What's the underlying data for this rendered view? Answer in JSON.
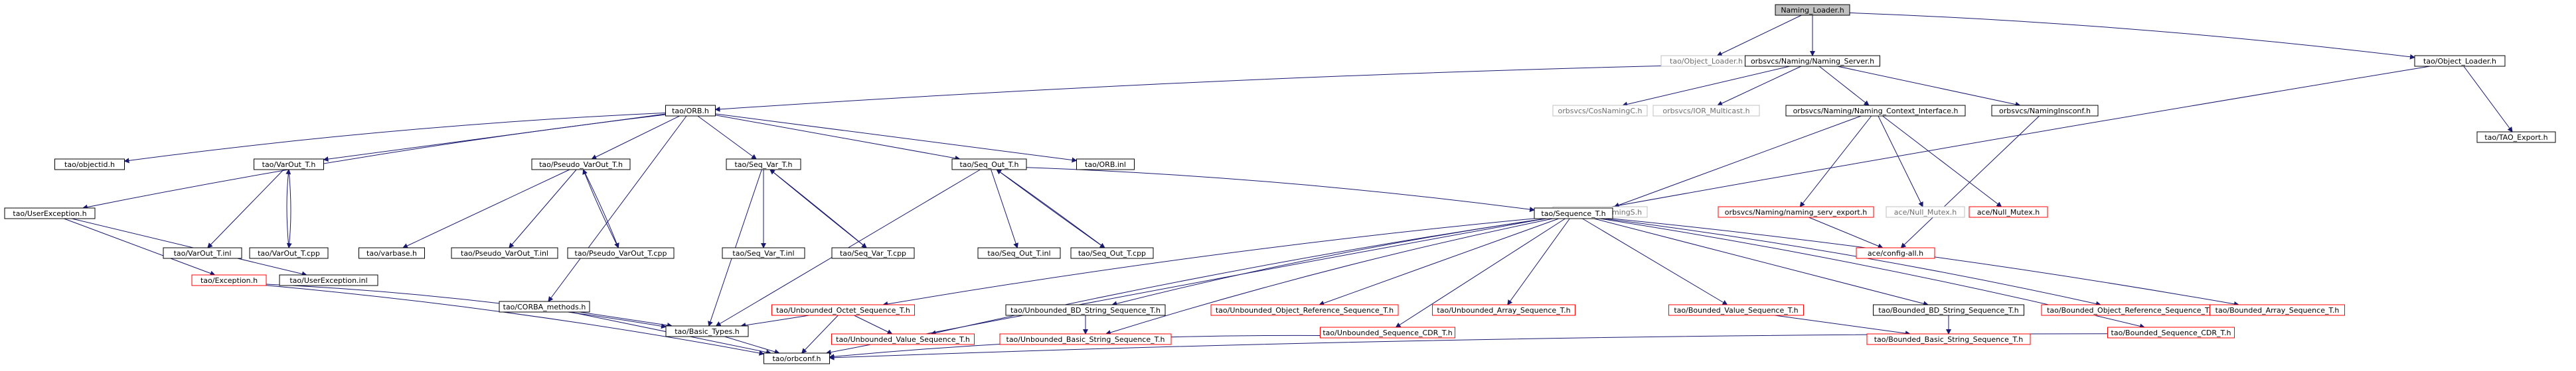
{
  "colors": {
    "edge": "#191970",
    "edge_up": "#5c5c8a",
    "normal_border": "#000000",
    "gray_border": "#c0c0c0",
    "red_border": "#ff0000",
    "root_fill": "#c0c0c0",
    "text": "#000000",
    "gray_text": "#6e6e6e"
  },
  "nodes": [
    {
      "id": "naming_loader",
      "label": "Naming_Loader.h",
      "kind": "root"
    },
    {
      "id": "tao_object_loader_gray",
      "label": "tao/Object_Loader.h",
      "kind": "gray"
    },
    {
      "id": "naming_server",
      "label": "orbsvcs/Naming/Naming_Server.h",
      "kind": "normal"
    },
    {
      "id": "tao_object_loader",
      "label": "tao/Object_Loader.h",
      "kind": "normal"
    },
    {
      "id": "orb",
      "label": "tao/ORB.h",
      "kind": "normal"
    },
    {
      "id": "cosnamingc",
      "label": "orbsvcs/CosNamingC.h",
      "kind": "gray"
    },
    {
      "id": "ior_multicast",
      "label": "orbsvcs/IOR_Multicast.h",
      "kind": "gray"
    },
    {
      "id": "naming_context_interface",
      "label": "orbsvcs/Naming/Naming_Context_Interface.h",
      "kind": "normal"
    },
    {
      "id": "naminginsconf",
      "label": "orbsvcs/NamingInsconf.h",
      "kind": "normal"
    },
    {
      "id": "tao_export",
      "label": "tao/TAO_Export.h",
      "kind": "normal"
    },
    {
      "id": "userexception",
      "label": "tao/UserException.h",
      "kind": "normal"
    },
    {
      "id": "objectid",
      "label": "tao/objectid.h",
      "kind": "normal"
    },
    {
      "id": "varout_t",
      "label": "tao/VarOut_T.h",
      "kind": "normal"
    },
    {
      "id": "pseudo_varout_t",
      "label": "tao/Pseudo_VarOut_T.h",
      "kind": "normal"
    },
    {
      "id": "seq_var_t",
      "label": "tao/Seq_Var_T.h",
      "kind": "normal"
    },
    {
      "id": "seq_out_t",
      "label": "tao/Seq_Out_T.h",
      "kind": "normal"
    },
    {
      "id": "orb_inl",
      "label": "tao/ORB.inl",
      "kind": "normal"
    },
    {
      "id": "cosnamings",
      "label": "orbsvcs/CosNamingS.h",
      "kind": "gray"
    },
    {
      "id": "naming_serv_export",
      "label": "orbsvcs/Naming/naming_serv_export.h",
      "kind": "red"
    },
    {
      "id": "ace_null_mutex_gray",
      "label": "ace/Null_Mutex.h",
      "kind": "gray"
    },
    {
      "id": "ace_null_mutex",
      "label": "ace/Null_Mutex.h",
      "kind": "red"
    },
    {
      "id": "varout_t_inl",
      "label": "tao/VarOut_T.inl",
      "kind": "normal"
    },
    {
      "id": "varout_t_cpp",
      "label": "tao/VarOut_T.cpp",
      "kind": "normal"
    },
    {
      "id": "varbase",
      "label": "tao/varbase.h",
      "kind": "normal"
    },
    {
      "id": "pseudo_varout_t_inl",
      "label": "tao/Pseudo_VarOut_T.inl",
      "kind": "normal"
    },
    {
      "id": "pseudo_varout_t_cpp",
      "label": "tao/Pseudo_VarOut_T.cpp",
      "kind": "normal"
    },
    {
      "id": "seq_var_t_inl",
      "label": "tao/Seq_Var_T.inl",
      "kind": "normal"
    },
    {
      "id": "seq_var_t_cpp",
      "label": "tao/Seq_Var_T.cpp",
      "kind": "normal"
    },
    {
      "id": "seq_out_t_inl",
      "label": "tao/Seq_Out_T.inl",
      "kind": "normal"
    },
    {
      "id": "seq_out_t_cpp",
      "label": "tao/Seq_Out_T.cpp",
      "kind": "normal"
    },
    {
      "id": "sequence_t",
      "label": "tao/Sequence_T.h",
      "kind": "normal"
    },
    {
      "id": "ace_config_all",
      "label": "ace/config-all.h",
      "kind": "red"
    },
    {
      "id": "exception",
      "label": "tao/Exception.h",
      "kind": "red"
    },
    {
      "id": "userexception_inl",
      "label": "tao/UserException.inl",
      "kind": "normal"
    },
    {
      "id": "corba_methods",
      "label": "tao/CORBA_methods.h",
      "kind": "normal"
    },
    {
      "id": "unb_octet_seq",
      "label": "tao/Unbounded_Octet_Sequence_T.h",
      "kind": "red"
    },
    {
      "id": "unb_bd_string_seq",
      "label": "tao/Unbounded_BD_String_Sequence_T.h",
      "kind": "normal"
    },
    {
      "id": "unb_objref_seq",
      "label": "tao/Unbounded_Object_Reference_Sequence_T.h",
      "kind": "red"
    },
    {
      "id": "unb_array_seq",
      "label": "tao/Unbounded_Array_Sequence_T.h",
      "kind": "red"
    },
    {
      "id": "bnd_value_seq",
      "label": "tao/Bounded_Value_Sequence_T.h",
      "kind": "red"
    },
    {
      "id": "bnd_bd_string_seq",
      "label": "tao/Bounded_BD_String_Sequence_T.h",
      "kind": "normal"
    },
    {
      "id": "bnd_objref_seq",
      "label": "tao/Bounded_Object_Reference_Sequence_T.h",
      "kind": "red"
    },
    {
      "id": "bnd_array_seq",
      "label": "tao/Bounded_Array_Sequence_T.h",
      "kind": "red"
    },
    {
      "id": "basic_types",
      "label": "tao/Basic_Types.h",
      "kind": "normal"
    },
    {
      "id": "unb_value_seq",
      "label": "tao/Unbounded_Value_Sequence_T.h",
      "kind": "red"
    },
    {
      "id": "unb_basic_string_seq",
      "label": "tao/Unbounded_Basic_String_Sequence_T.h",
      "kind": "red"
    },
    {
      "id": "unb_seq_cdr",
      "label": "tao/Unbounded_Sequence_CDR_T.h",
      "kind": "red"
    },
    {
      "id": "bnd_basic_string_seq",
      "label": "tao/Bounded_Basic_String_Sequence_T.h",
      "kind": "red"
    },
    {
      "id": "bnd_seq_cdr",
      "label": "tao/Bounded_Sequence_CDR_T.h",
      "kind": "red"
    },
    {
      "id": "orbconf",
      "label": "tao/orbconf.h",
      "kind": "normal"
    }
  ],
  "edges": [
    [
      "naming_loader",
      "tao_object_loader_gray"
    ],
    [
      "naming_loader",
      "naming_server"
    ],
    [
      "naming_loader",
      "tao_object_loader"
    ],
    [
      "naming_server",
      "orb"
    ],
    [
      "naming_server",
      "cosnamingc"
    ],
    [
      "naming_server",
      "ior_multicast"
    ],
    [
      "naming_server",
      "naming_context_interface"
    ],
    [
      "naming_server",
      "naminginsconf"
    ],
    [
      "tao_object_loader",
      "tao_export"
    ],
    [
      "tao_object_loader",
      "orbconf"
    ],
    [
      "orb",
      "userexception"
    ],
    [
      "orb",
      "objectid"
    ],
    [
      "orb",
      "varout_t"
    ],
    [
      "orb",
      "pseudo_varout_t"
    ],
    [
      "orb",
      "seq_var_t"
    ],
    [
      "orb",
      "seq_out_t"
    ],
    [
      "orb",
      "orb_inl"
    ],
    [
      "orb",
      "corba_methods"
    ],
    [
      "naming_context_interface",
      "cosnamings"
    ],
    [
      "naming_context_interface",
      "naming_serv_export"
    ],
    [
      "naming_context_interface",
      "ace_null_mutex_gray"
    ],
    [
      "naming_context_interface",
      "ace_null_mutex"
    ],
    [
      "naminginsconf",
      "ace_config_all"
    ],
    [
      "naming_serv_export",
      "ace_config_all"
    ],
    [
      "varout_t",
      "varout_t_inl"
    ],
    [
      "varout_t",
      "varout_t_cpp"
    ],
    [
      "varout_t_cpp",
      "varout_t"
    ],
    [
      "pseudo_varout_t",
      "varbase"
    ],
    [
      "pseudo_varout_t",
      "pseudo_varout_t_inl"
    ],
    [
      "pseudo_varout_t",
      "pseudo_varout_t_cpp"
    ],
    [
      "pseudo_varout_t_cpp",
      "pseudo_varout_t"
    ],
    [
      "seq_var_t",
      "seq_var_t_inl"
    ],
    [
      "seq_var_t",
      "seq_var_t_cpp"
    ],
    [
      "seq_var_t_cpp",
      "seq_var_t"
    ],
    [
      "seq_var_t",
      "basic_types"
    ],
    [
      "seq_out_t",
      "seq_out_t_inl"
    ],
    [
      "seq_out_t",
      "seq_out_t_cpp"
    ],
    [
      "seq_out_t_cpp",
      "seq_out_t"
    ],
    [
      "seq_out_t",
      "basic_types"
    ],
    [
      "seq_out_t",
      "sequence_t"
    ],
    [
      "userexception",
      "exception"
    ],
    [
      "userexception",
      "userexception_inl"
    ],
    [
      "exception",
      "basic_types"
    ],
    [
      "exception",
      "orbconf"
    ],
    [
      "corba_methods",
      "basic_types"
    ],
    [
      "corba_methods",
      "orbconf"
    ],
    [
      "sequence_t",
      "unb_octet_seq"
    ],
    [
      "sequence_t",
      "unb_bd_string_seq"
    ],
    [
      "sequence_t",
      "unb_objref_seq"
    ],
    [
      "sequence_t",
      "unb_array_seq"
    ],
    [
      "sequence_t",
      "bnd_value_seq"
    ],
    [
      "sequence_t",
      "bnd_bd_string_seq"
    ],
    [
      "sequence_t",
      "bnd_objref_seq"
    ],
    [
      "sequence_t",
      "bnd_array_seq"
    ],
    [
      "sequence_t",
      "unb_value_seq"
    ],
    [
      "sequence_t",
      "unb_basic_string_seq"
    ],
    [
      "sequence_t",
      "unb_seq_cdr"
    ],
    [
      "sequence_t",
      "bnd_seq_cdr"
    ],
    [
      "unb_octet_seq",
      "basic_types"
    ],
    [
      "unb_octet_seq",
      "unb_value_seq"
    ],
    [
      "unb_octet_seq",
      "orbconf"
    ],
    [
      "unb_bd_string_seq",
      "unb_basic_string_seq"
    ],
    [
      "bnd_bd_string_seq",
      "bnd_basic_string_seq"
    ],
    [
      "bnd_value_seq",
      "bnd_basic_string_seq"
    ],
    [
      "unb_seq_cdr",
      "orbconf"
    ],
    [
      "bnd_seq_cdr",
      "orbconf"
    ],
    [
      "basic_types",
      "orbconf"
    ]
  ]
}
